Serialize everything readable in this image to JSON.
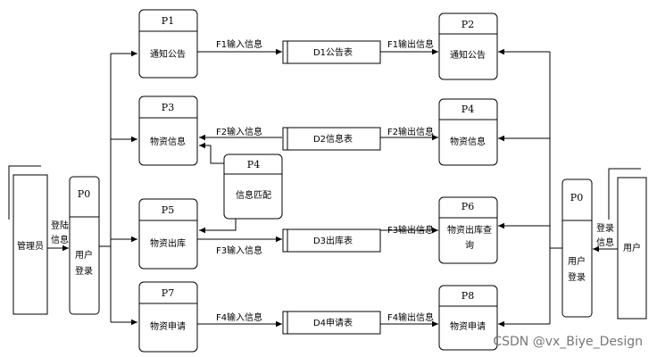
{
  "processes": {
    "p1": {
      "id": "P1",
      "label": "通知公告"
    },
    "p2": {
      "id": "P2",
      "label": "通知公告"
    },
    "p3": {
      "id": "P3",
      "label": "物资信息"
    },
    "p4_right": {
      "id": "P4",
      "label": "物资信息"
    },
    "p4_match": {
      "id": "P4",
      "label": "信息匹配"
    },
    "p5": {
      "id": "P5",
      "label": "物资出库"
    },
    "p6": {
      "id": "P6",
      "label_line1": "物资出库查",
      "label_line2": "询"
    },
    "p7": {
      "id": "P7",
      "label": "物资申请"
    },
    "p8": {
      "id": "P8",
      "label": "物资申请"
    },
    "p0_left": {
      "id": "P0",
      "label_line1": "用户",
      "label_line2": "登录"
    },
    "p0_right": {
      "id": "P0",
      "label_line1": "用户",
      "label_line2": "登录"
    }
  },
  "stores": {
    "d1": "D1公告表",
    "d2": "D2信息表",
    "d3": "D3出库表",
    "d4": "D4申请表"
  },
  "entities": {
    "admin": "管理员",
    "user": "用户"
  },
  "flows": {
    "f1_in": "F1输入信息",
    "f1_out": "F1输出信息",
    "f2_in": "F2输入信息",
    "f2_out": "F2输出信息",
    "f3_in": "F3输入信息",
    "f3_out": "F3输出信息",
    "f4_in": "F4输入信息",
    "f4_out": "F4输出信息",
    "login_left_1": "登陆",
    "login_left_2": "信息",
    "login_right_1": "登录",
    "login_right_2": "信息"
  },
  "watermark": "CSDN @vx_Biye_Design"
}
